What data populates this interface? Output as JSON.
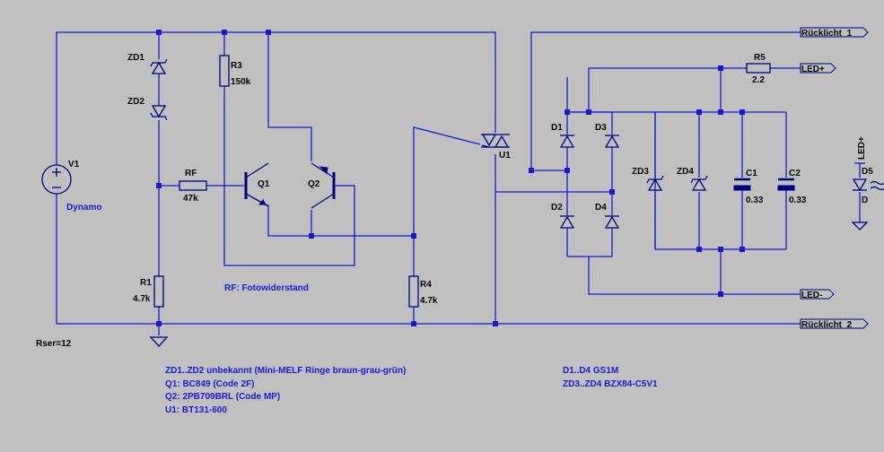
{
  "components": {
    "v1": {
      "ref": "V1",
      "value": "Dynamo"
    },
    "zd1": {
      "ref": "ZD1"
    },
    "zd2": {
      "ref": "ZD2"
    },
    "r3": {
      "ref": "R3",
      "value": "150k"
    },
    "rf": {
      "ref": "RF",
      "value": "47k"
    },
    "q1": {
      "ref": "Q1"
    },
    "q2": {
      "ref": "Q2"
    },
    "r1": {
      "ref": "R1",
      "value": "4.7k"
    },
    "r4": {
      "ref": "R4",
      "value": "4.7k"
    },
    "u1": {
      "ref": "U1"
    },
    "d1": {
      "ref": "D1"
    },
    "d2": {
      "ref": "D2"
    },
    "d3": {
      "ref": "D3"
    },
    "d4": {
      "ref": "D4"
    },
    "zd3": {
      "ref": "ZD3"
    },
    "zd4": {
      "ref": "ZD4"
    },
    "c1": {
      "ref": "C1",
      "value": "0.33"
    },
    "c2": {
      "ref": "C2",
      "value": "0.33"
    },
    "r5": {
      "ref": "R5",
      "value": "2.2"
    },
    "d5": {
      "ref": "D5",
      "value": "D",
      "flag": "LED+"
    }
  },
  "ports": {
    "rucklicht1": "Rücklicht_1",
    "ledplus": "LED+",
    "ledminus": "LED-",
    "rucklicht2": "Rücklicht_2"
  },
  "rser": "Rser=12",
  "notes": {
    "rf_note": "RF: Fotowiderstand",
    "left": [
      "ZD1..ZD2 unbekannt (Mini-MELF Ringe braun-grau-grün)",
      "Q1: BC849 (Code 2F)",
      "Q2: 2PB709BRL (Code MP)",
      "U1: BT131-600"
    ],
    "right": [
      "D1..D4 GS1M",
      "ZD3..ZD4 BZX84-C5V1"
    ]
  },
  "colors": {
    "background": "#c0c0c0",
    "wire": "#1a1ad2",
    "component": "#000080",
    "text": "#000000",
    "note": "#1a1ad2"
  }
}
